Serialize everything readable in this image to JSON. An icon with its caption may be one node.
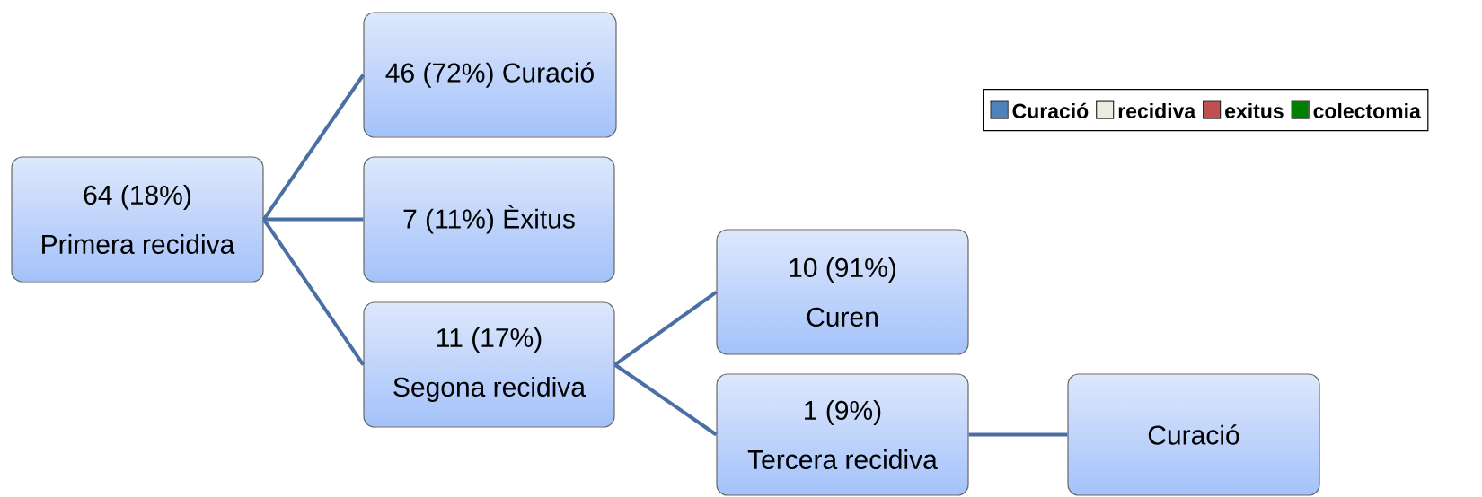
{
  "diagram": {
    "nodes": [
      {
        "text": [
          "64 (18%)",
          "Primera recidiva"
        ]
      },
      {
        "text": [
          "46 (72%) Curació"
        ]
      },
      {
        "text": [
          "7 (11%) Èxitus"
        ]
      },
      {
        "text": [
          "11 (17%)",
          "Segona recidiva"
        ]
      },
      {
        "text": [
          "10 (91%)",
          "Curen"
        ]
      },
      {
        "text": [
          "1 (9%)",
          "Tercera recidiva"
        ]
      },
      {
        "text": [
          "Curació"
        ]
      }
    ],
    "edges": [
      {
        "from": 0,
        "to": 1,
        "arrow": "none"
      },
      {
        "from": 0,
        "to": 2,
        "arrow": "none"
      },
      {
        "from": 0,
        "to": 3,
        "arrow": "none"
      },
      {
        "from": 3,
        "to": 4,
        "arrow": "none"
      },
      {
        "from": 3,
        "to": 5,
        "arrow": "none"
      },
      {
        "from": 5,
        "to": 6,
        "arrow": "none"
      }
    ],
    "legend": [
      {
        "text": "Curació",
        "color": "#4f81bd"
      },
      {
        "text": "recidiva",
        "color": "#eeece1"
      },
      {
        "text": "exitus",
        "color": "#c0504d"
      },
      {
        "text": "colectomia",
        "color": "#008000"
      }
    ]
  }
}
